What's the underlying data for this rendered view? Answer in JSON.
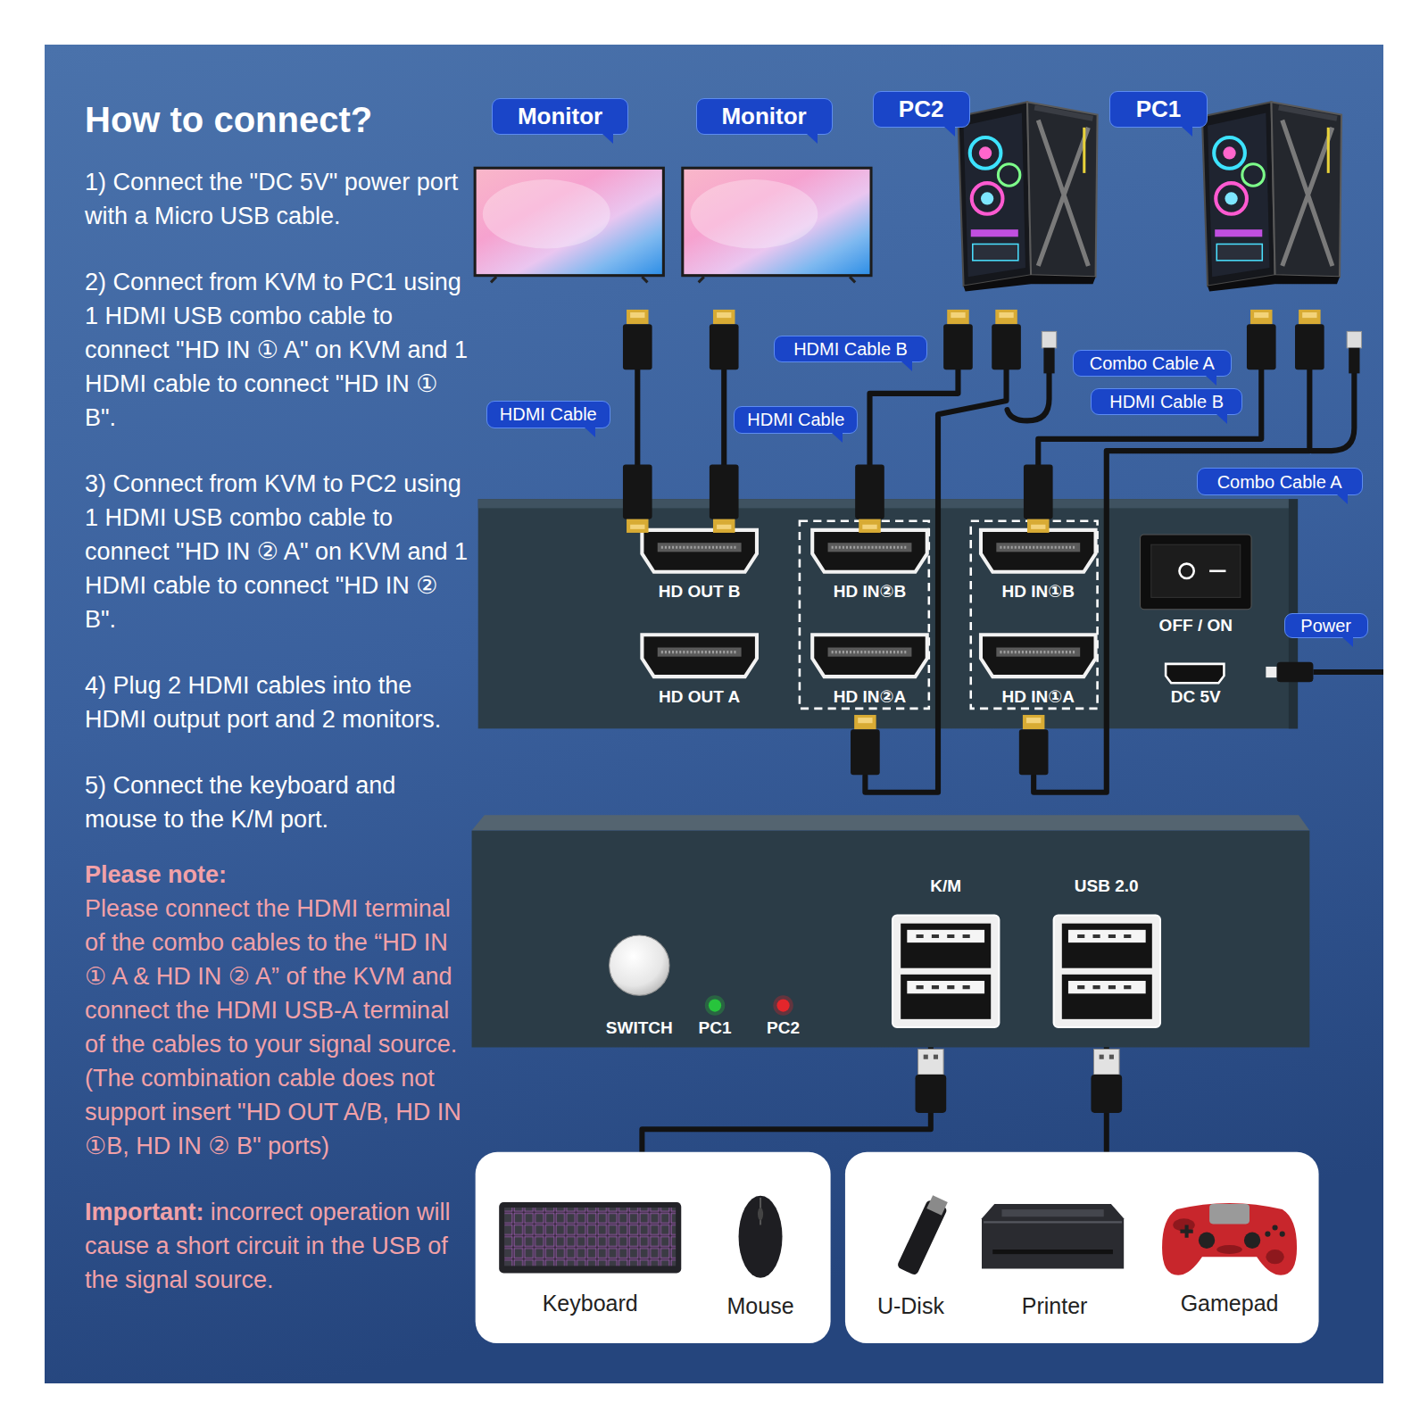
{
  "diagram": {
    "title": "How to connect?",
    "nodes": [
      {
        "text": [
          "Monitor"
        ]
      },
      {
        "text": [
          "Monitor"
        ]
      },
      {
        "text": [
          "PC2"
        ]
      },
      {
        "text": [
          "PC1"
        ]
      },
      {
        "text": [
          "HDMI Cable B"
        ]
      },
      {
        "text": [
          "Combo Cable A"
        ]
      },
      {
        "text": [
          "HDMI Cable B"
        ]
      },
      {
        "text": [
          "HDMI Cable"
        ]
      },
      {
        "text": [
          "HDMI Cable"
        ]
      },
      {
        "text": [
          "Combo Cable A"
        ]
      },
      {
        "text": [
          "HD OUT B"
        ]
      },
      {
        "text": [
          "HD IN②B"
        ]
      },
      {
        "text": [
          "HD IN①B"
        ]
      },
      {
        "text": [
          "OFF / ON"
        ]
      },
      {
        "text": [
          "HD OUT A"
        ]
      },
      {
        "text": [
          "HD IN②A"
        ]
      },
      {
        "text": [
          "HD IN①A"
        ]
      },
      {
        "text": [
          "Power"
        ]
      },
      {
        "text": [
          "DC 5V"
        ]
      },
      {
        "text": [
          "K/M"
        ]
      },
      {
        "text": [
          "USB 2.0"
        ]
      },
      {
        "text": [
          "SWITCH"
        ]
      },
      {
        "text": [
          "PC1"
        ]
      },
      {
        "text": [
          "PC2"
        ]
      },
      {
        "text": [
          "Keyboard",
          "Mouse"
        ]
      },
      {
        "text": [
          "U-Disk",
          "Printer",
          "Gamepad"
        ]
      }
    ],
    "edges": [
      {
        "from": 19,
        "to": 24,
        "arrow": "none"
      },
      {
        "from": 20,
        "to": 25,
        "arrow": "none"
      }
    ],
    "labels": [
      "1) Connect the \"DC 5V\" power port with a Micro USB cable.",
      "2) Connect from KVM to PC1 using 1 HDMI USB combo cable to connect \"HD IN ① A\" on KVM and 1 HDMI cable to connect \"HD IN ① B\".",
      "3) Connect from KVM to PC2 using 1 HDMI USB combo cable to connect \"HD IN ② A\" on KVM and 1 HDMI cable to connect \"HD IN ② B\".",
      "4) Plug 2 HDMI cables into the HDMI output port and 2 monitors.",
      "5) Connect the keyboard and mouse to the K/M port.",
      "Please note:",
      "Please connect the HDMI terminal of the combo cables to the “HD IN ① A & HD IN ② A” of the KVM and connect the HDMI USB-A terminal of the cables to your signal source. (The combination cable does not support insert \"HD OUT A/B, HD IN ①B, HD IN ② B\" ports)",
      "Important:",
      "incorrect operation will cause a short circuit in the USB of the signal source."
    ]
  }
}
